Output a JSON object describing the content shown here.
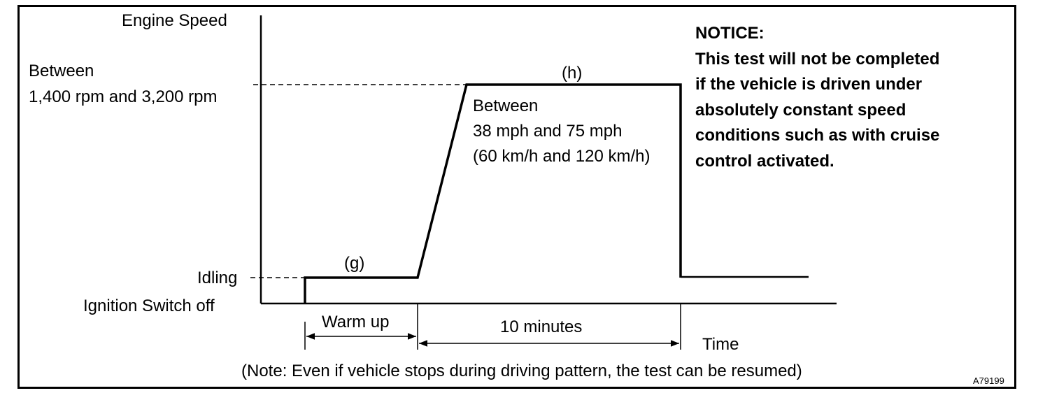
{
  "labels": {
    "engine_speed": "Engine Speed",
    "between": "Between",
    "rpm_range": "1,400 rpm and 3,200 rpm",
    "idling": "Idling",
    "ignition_off": "Ignition Switch off",
    "g": "(g)",
    "h": "(h)",
    "speed_between": "Between",
    "speed_mph": "38 mph and 75 mph",
    "speed_kmh": "(60 km/h and 120 km/h)",
    "warm_up": "Warm up",
    "ten_minutes": "10 minutes",
    "time": "Time",
    "note": "(Note: Even if vehicle stops during driving pattern, the test can be resumed)",
    "code": "A79199"
  },
  "notice": {
    "title": "NOTICE:",
    "lines": [
      "This test will not be completed",
      "if the vehicle is driven under",
      "absolutely constant speed",
      "conditions such as with cruise",
      "control activated."
    ]
  }
}
